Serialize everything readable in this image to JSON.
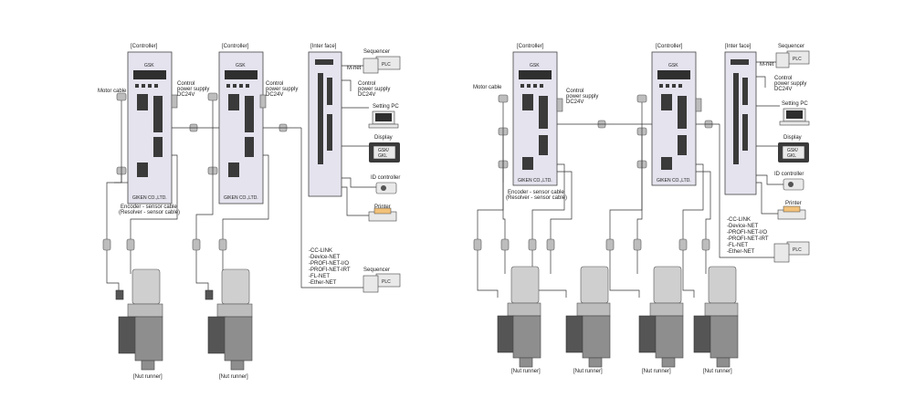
{
  "diagram_left": {
    "controller_label": "[Controller]",
    "interface_label": "[Inter face]",
    "controller_model": "GSK",
    "brand": "GIKEN CO.,LTD.",
    "motor_cable": "Motor cable",
    "control_power": [
      "Control",
      "power supply",
      "DC24V"
    ],
    "encoder_cable": [
      "Encoder - sensor cable",
      "(Resolver - sensor cable)"
    ],
    "sequencer": "Sequencer",
    "mnet": "M-net",
    "plc": "PLC",
    "setting_pc": "Setting PC",
    "display": "Display",
    "display_screen": [
      "GSK/",
      "GKL"
    ],
    "id_controller": "ID controller",
    "printer": "Printer",
    "networks": [
      "-CC-LINK",
      "-Device-NET",
      "-PROFI-NET-I/O",
      "-PROFI-NET-IRT",
      "-FL-NET",
      "-Ether-NET"
    ],
    "nut_runner": "[Nut runner]"
  },
  "diagram_right": {
    "controller_label": "[Controller]",
    "interface_label": "[Inter face]",
    "controller_model": "GSK",
    "brand": "GIKEN CO.,LTD.",
    "motor_cable": "Motor cable",
    "control_power": [
      "Control",
      "power supply",
      "DC24V"
    ],
    "encoder_cable": [
      "Encoder - sensor cable",
      "(Resolver - sensor cable)"
    ],
    "sequencer": "Sequencer",
    "mnet": "M-net",
    "plc": "PLC",
    "setting_pc": "Setting PC",
    "display": "Display",
    "display_screen": [
      "GSK/",
      "GKL"
    ],
    "id_controller": "ID controller",
    "printer": "Printer",
    "networks": [
      "-CC-LINK",
      "-Device-NET",
      "-PROFI-NET-I/O",
      "-PROFI-NET-IRT",
      "-FL-NET",
      "-Ether-NET"
    ],
    "nut_runner": "[Nut runner]"
  },
  "colors": {
    "controller_fill": "#e4e3ee",
    "line": "#333333",
    "motor_dark": "#555555"
  }
}
